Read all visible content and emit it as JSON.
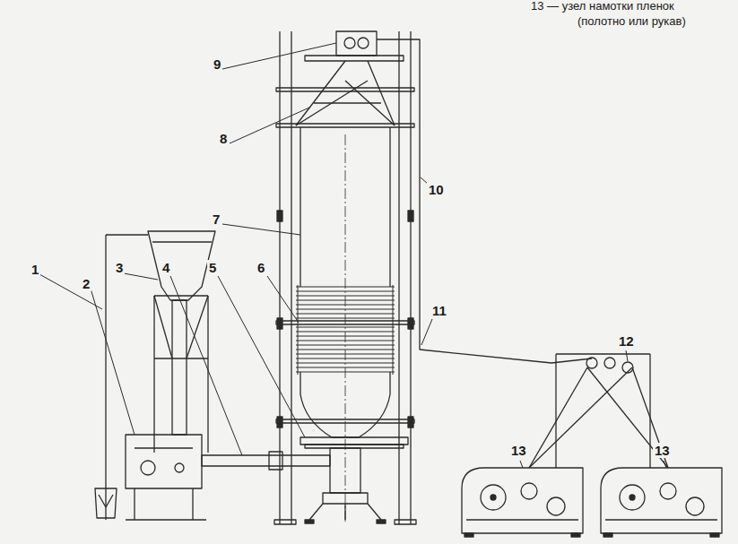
{
  "diagram": {
    "labels": [
      "13 — узел намотки пленок",
      "(полотно или рукав)",
      "1",
      "2",
      "3",
      "4",
      "5",
      "6",
      "7",
      "8",
      "9",
      "10",
      "11",
      "12",
      "13",
      "13"
    ]
  }
}
